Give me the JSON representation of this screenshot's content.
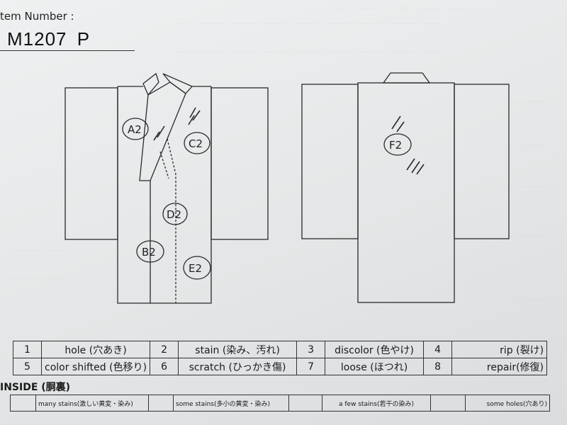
{
  "header": {
    "item_number_label": "tem Number :",
    "item_number_value": "M1207  P"
  },
  "damage_marks": {
    "front": [
      "A2",
      "C2",
      "D2",
      "B2",
      "E2"
    ],
    "back": [
      "F2"
    ]
  },
  "legend": [
    {
      "num": "1",
      "label": "hole (穴あき)"
    },
    {
      "num": "2",
      "label": "stain (染み、汚れ)"
    },
    {
      "num": "3",
      "label": "discolor (色やけ)"
    },
    {
      "num": "4",
      "label": "rip (裂け)"
    },
    {
      "num": "5",
      "label": "color shifted (色移り)"
    },
    {
      "num": "6",
      "label": "scratch (ひっかき傷)"
    },
    {
      "num": "7",
      "label": "loose (ほつれ)"
    },
    {
      "num": "8",
      "label": "repair(修復)"
    }
  ],
  "inside": {
    "title": "INSIDE (胴裏)",
    "items": [
      "many stains(激しい黄変・染み)",
      "some stains(多小の黄変・染み)",
      "a few stains(若干の染み)",
      "some holes(穴あり)"
    ]
  }
}
